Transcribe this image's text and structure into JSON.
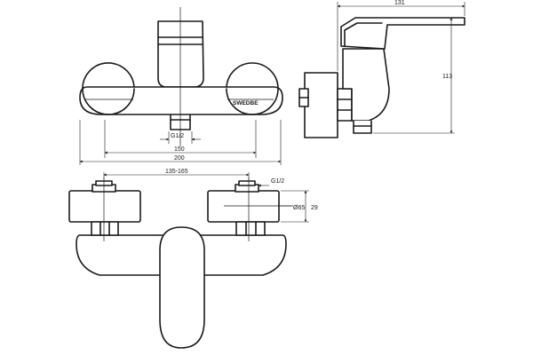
{
  "brand_text": "SWEDBE",
  "dimensions": {
    "thread_front": "G1/2",
    "inner_width": "150",
    "overall_width": "200",
    "center_range": "135-165",
    "thread_bottom": "G1/2",
    "rosette_diameter": "Ø65",
    "rosette_depth": "29",
    "depth_total": "131",
    "height_total": "113"
  }
}
